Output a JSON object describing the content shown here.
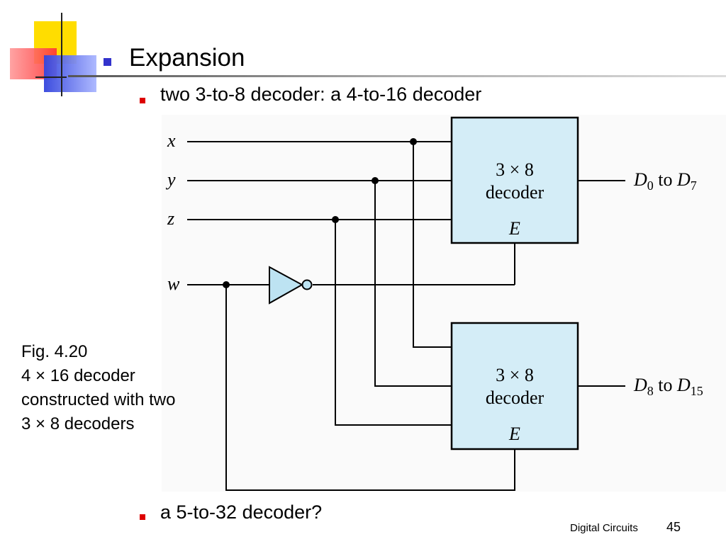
{
  "slide": {
    "title": "Expansion",
    "bullet1": "two 3-to-8 decoder: a 4-to-16 decoder",
    "bullet2": "a 5-to-32 decoder?",
    "caption": {
      "line1": "Fig. 4.20",
      "line2": "4 × 16 decoder",
      "line3": "constructed with two",
      "line4": "3 × 8 decoders"
    },
    "footer": "Digital Circuits",
    "page_number": "45"
  },
  "diagram": {
    "inputs": [
      "x",
      "y",
      "z",
      "w"
    ],
    "decoders": [
      {
        "size": "3 × 8",
        "name": "decoder",
        "enable": "E",
        "output_from": "D",
        "output_from_sub": "0",
        "output_mid": " to ",
        "output_to": "D",
        "output_to_sub": "7"
      },
      {
        "size": "3 × 8",
        "name": "decoder",
        "enable": "E",
        "output_from": "D",
        "output_from_sub": "8",
        "output_mid": " to ",
        "output_to": "D",
        "output_to_sub": "15"
      }
    ],
    "colors": {
      "box_fill": "#d4edf7",
      "gate_fill": "#bde3f2",
      "wire": "#000000"
    }
  }
}
